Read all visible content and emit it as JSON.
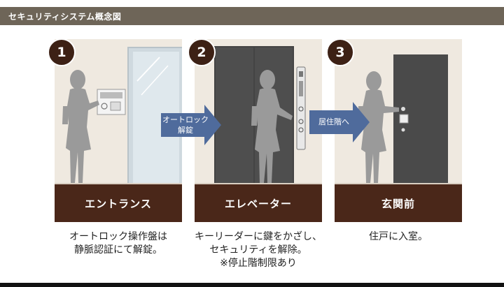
{
  "title": "セキュリティシステム概念図",
  "steps": [
    {
      "number": "1",
      "caption": "エントランス",
      "desc": [
        "オートロック操作盤は",
        "静脈認証にて解錠。"
      ]
    },
    {
      "number": "2",
      "caption": "エレベーター",
      "desc": [
        "キーリーダーに鍵をかざし、",
        "セキュリティを解除。",
        "※停止階制限あり"
      ]
    },
    {
      "number": "3",
      "caption": "玄関前",
      "desc": [
        "住戸に入室。"
      ]
    }
  ],
  "arrows": [
    {
      "lines": [
        "オートロック",
        "解錠"
      ]
    },
    {
      "lines": [
        "居住階へ"
      ]
    }
  ],
  "colors": {
    "title_bar": "#6e6558",
    "caption_bar": "#4a2719",
    "badge": "#3d2115",
    "arrow_fill": "#4f6b9c",
    "panel_bg": "#efe9e0",
    "silhouette": "#9a9a9a",
    "door_dark": "#4a4a4a"
  }
}
